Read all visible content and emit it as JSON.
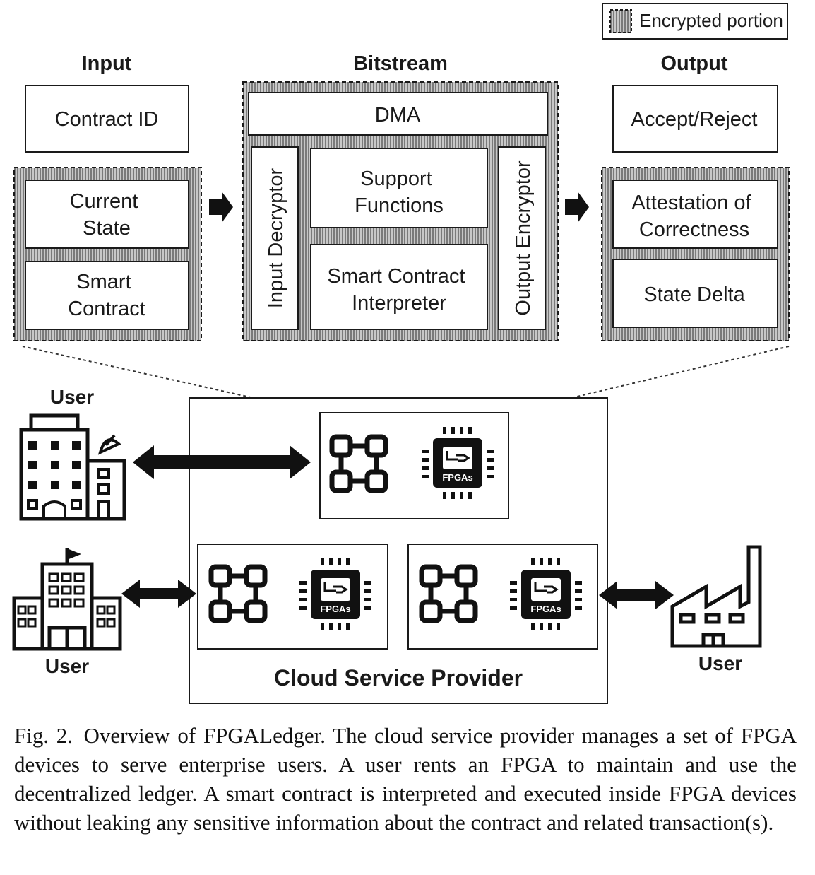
{
  "legend": {
    "label": "Encrypted portion"
  },
  "input": {
    "title": "Input",
    "contract_id": "Contract ID",
    "current_state": [
      "Current",
      "State"
    ],
    "smart_contract": [
      "Smart",
      "Contract"
    ]
  },
  "bitstream": {
    "title": "Bitstream",
    "dma": "DMA",
    "input_decryptor": "Input Decryptor",
    "support_functions": [
      "Support",
      "Functions"
    ],
    "interpreter": [
      "Smart Contract",
      "Interpreter"
    ],
    "output_encryptor": "Output Encryptor"
  },
  "output": {
    "title": "Output",
    "accept_reject": "Accept/Reject",
    "attestation": [
      "Attestation of",
      "Correctness"
    ],
    "state_delta": "State Delta"
  },
  "cloud": {
    "label": "Cloud Service Provider",
    "chip_label": "FPGAs"
  },
  "users": [
    "User",
    "User",
    "User"
  ],
  "caption": "Fig. 2. Overview of FPGALedger. The cloud service provider manages a set of FPGA devices to serve enterprise users. A user rents an FPGA to maintain and use the decentralized ledger. A smart contract is interpreted and executed inside FPGA devices without leaking any sensitive information about the contract and related transaction(s).",
  "colors": {
    "ink": "#1a1a1a",
    "hatch": "#9a9a9a",
    "background": "#ffffff"
  },
  "icons": [
    "office-building-icon",
    "government-building-icon",
    "factory-icon",
    "network-icon",
    "fpga-chip-icon"
  ]
}
